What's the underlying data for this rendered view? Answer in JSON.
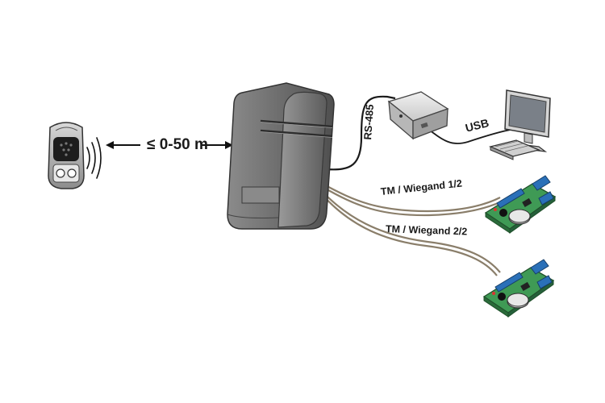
{
  "labels": {
    "range": "≤ 0-50 m",
    "rs485": "RS-485",
    "usb": "USB",
    "wiegand_1": "TM / Wiegand 1/2",
    "wiegand_2": "TM / Wiegand 2/2"
  },
  "icons": {
    "remote": "remote-control-icon",
    "waves": "radio-waves-icon",
    "arrow_left": "arrow-left-icon",
    "arrow_right": "arrow-right-icon",
    "reader": "rfid-reader-icon",
    "converter": "interface-converter-icon",
    "computer": "computer-monitor-icon",
    "keyboard": "keyboard-icon",
    "controller": "controller-board-icon"
  },
  "colors": {
    "reader_body": "#6f6f6f",
    "cable": "#8a7e6a",
    "board": "#3f9a55",
    "terminal": "#2a70b8"
  }
}
